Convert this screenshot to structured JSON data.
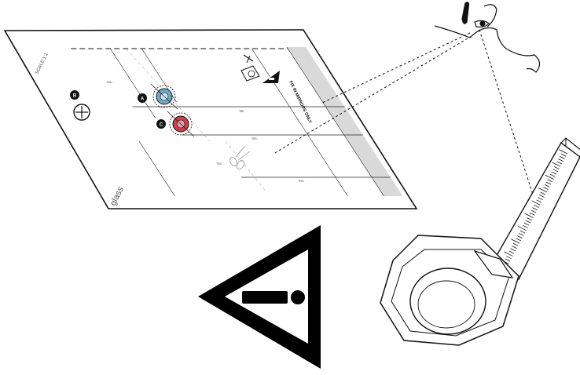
{
  "sheet": {
    "scale_label": "SCALE 1:1",
    "logo_text": "glass",
    "warning_title": "FIX IN MIRRORS ONLY",
    "dim_labels": [
      "380",
      "900",
      "920",
      "660"
    ],
    "diag_label": "300",
    "markers": [
      "B",
      "A",
      "C"
    ]
  },
  "colors": {
    "ink": "#111111",
    "paper": "#ffffff",
    "band": "#d9d9d9",
    "cold": "#6fa8c8",
    "hot": "#c9404a"
  },
  "icons": [
    "warning-triangle-icon",
    "tape-measure-icon",
    "eye-icon",
    "scissors-icon",
    "drill-icon"
  ]
}
